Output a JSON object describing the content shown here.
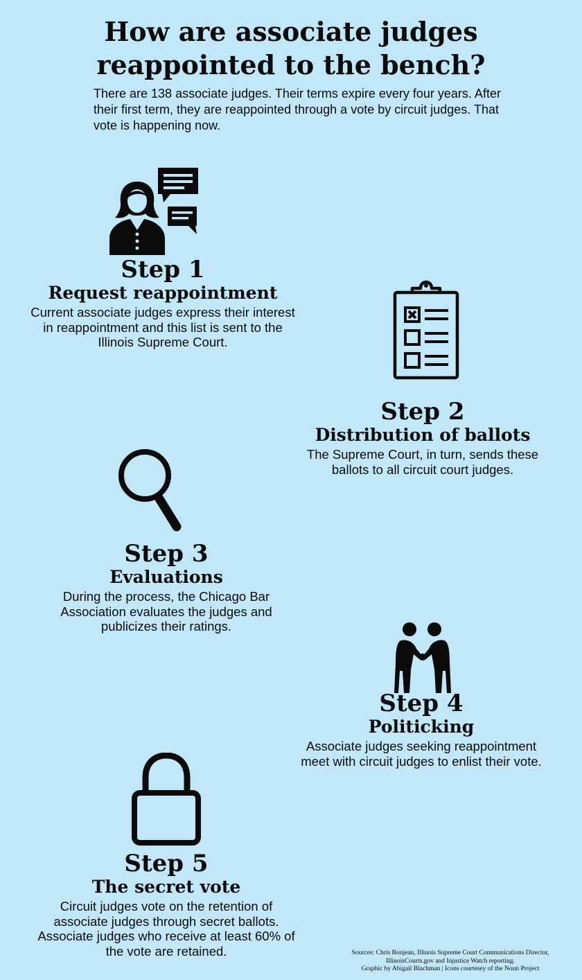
{
  "header": {
    "title_line1": "How are associate judges",
    "title_line2": "reappointed to the bench?",
    "intro": "There are 138 associate judges. Their terms expire every four years. After their first term, they are reappointed through a vote by circuit judges. That vote is happening now."
  },
  "steps": [
    {
      "number": "Step 1",
      "title": "Request reappointment",
      "description": "Current associate judges express their interest in reappointment and this list is sent to the Illinois Supreme Court.",
      "icon": "person-speech-bubbles-icon"
    },
    {
      "number": "Step 2",
      "title": "Distribution of ballots",
      "description": "The Supreme Court, in turn, sends these ballots to all circuit court judges.",
      "icon": "clipboard-checklist-icon"
    },
    {
      "number": "Step 3",
      "title": "Evaluations",
      "description": "During the process, the Chicago Bar Association evaluates the judges and publicizes their ratings.",
      "icon": "magnifying-glass-icon"
    },
    {
      "number": "Step 4",
      "title": "Politicking",
      "description": "Associate judges seeking reappointment meet with circuit judges to enlist their vote.",
      "icon": "handshake-icon"
    },
    {
      "number": "Step 5",
      "title": "The secret vote",
      "description": "Circuit judges vote on the retention of associate judges through secret ballots. Associate judges who receive at least 60% of the vote are retained.",
      "icon": "padlock-icon"
    }
  ],
  "credits": {
    "line1": "Sources: Chris Bonjean, Illinois Supreme Court Communications Director,",
    "line2": "IllinoisCourts.gov and Injustice Watch reporting.",
    "line3": "Graphic by Abigail Blachman | Icons courtesey of the Noun Project"
  },
  "colors": {
    "background": "#c2e7f9",
    "ink": "#0b0b0b"
  }
}
